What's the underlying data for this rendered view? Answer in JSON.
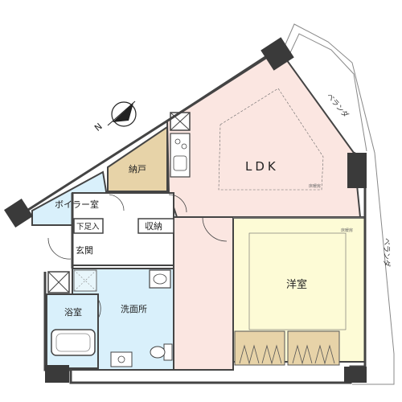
{
  "rooms": {
    "ldk": "LDK",
    "western": "洋室",
    "storage_nando": "納戸",
    "boiler": "ボイラー室",
    "shoe_closet": "下足入",
    "entrance": "玄関",
    "closet": "収納",
    "washroom": "洗面所",
    "bathroom": "浴室"
  },
  "notes": {
    "ldk_ceiling": "床暖房",
    "western_ceiling": "床暖房"
  },
  "veranda": {
    "top": "ベランダ",
    "right": "ベランダ"
  },
  "compass": {
    "label": "N"
  },
  "colors": {
    "ldk_fill": "#fbe6e1",
    "corridor_fill": "#fbe6e1",
    "western_fill": "#fdfbd6",
    "wet_fill": "#d9f0fb",
    "nando_fill": "#e7d3a8",
    "wall": "#444444",
    "pillar": "#3a3a3a"
  }
}
